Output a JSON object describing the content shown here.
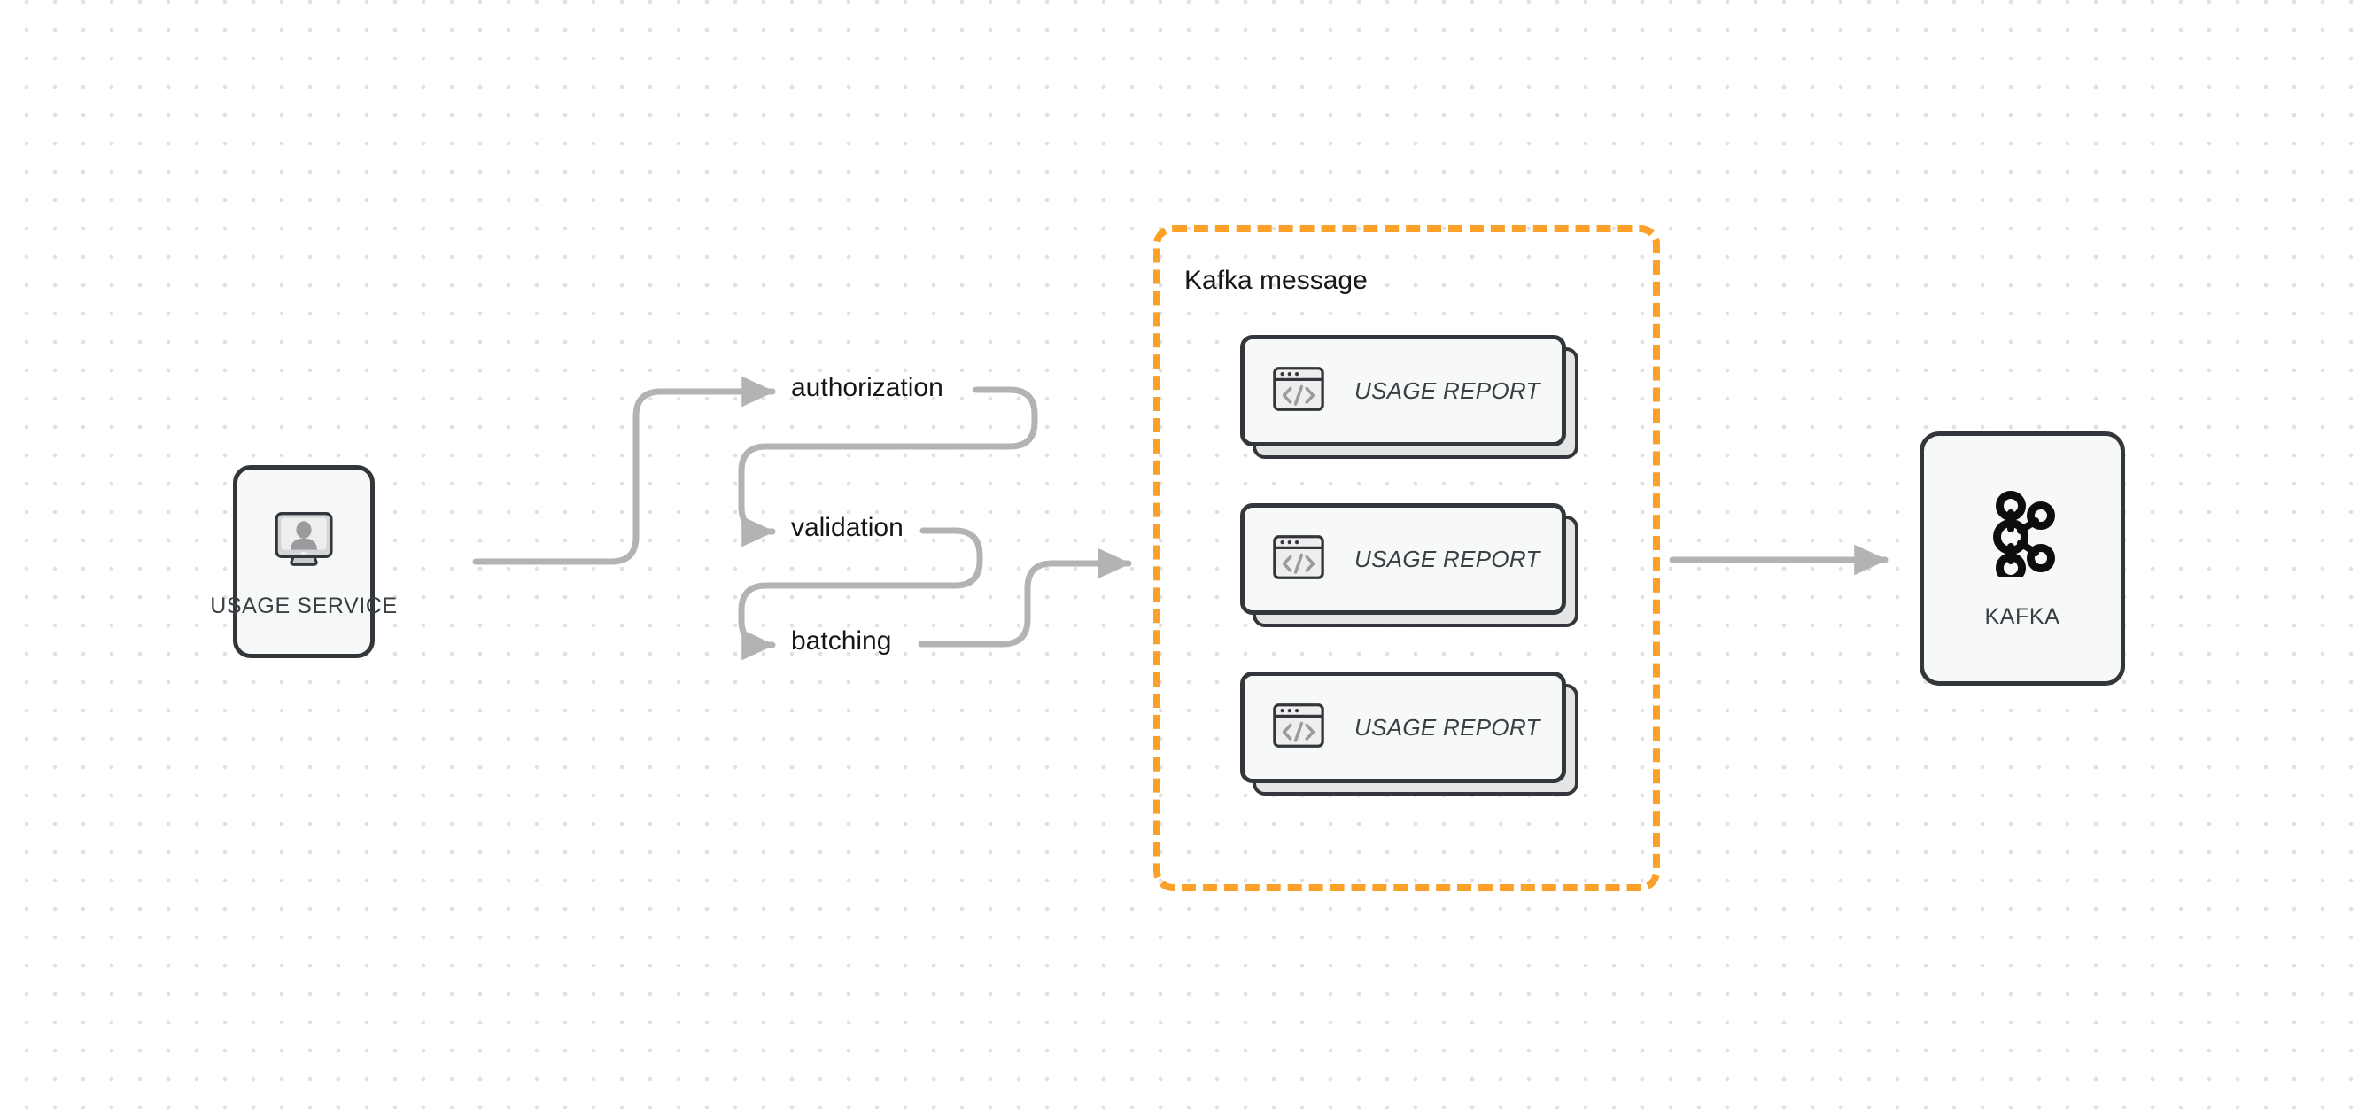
{
  "diagram": {
    "title": "Usage Service to Kafka message pipeline",
    "background": {
      "color": "#ffffff",
      "dot_color": "#e1e1e1",
      "dot_spacing": 32
    },
    "colors": {
      "node_border": "#33373b",
      "node_fill": "#f7f8f8",
      "connector": "#b3b3b3",
      "accent_dashed": "#fba028",
      "label_text": "#14161a",
      "node_label_text": "#3a3f44"
    }
  },
  "nodes": {
    "usage_service": {
      "label": "USAGE SERVICE",
      "icon": "monitor-user-icon"
    },
    "kafka": {
      "label": "KAFKA",
      "icon": "kafka-logo-icon"
    }
  },
  "steps": [
    {
      "label": "authorization"
    },
    {
      "label": "validation"
    },
    {
      "label": "batching"
    }
  ],
  "kafka_message": {
    "title": "Kafka message",
    "border_style": "dashed",
    "border_color": "#fba028",
    "cards": [
      {
        "label": "USAGE REPORT",
        "icon": "code-window-icon"
      },
      {
        "label": "USAGE REPORT",
        "icon": "code-window-icon"
      },
      {
        "label": "USAGE REPORT",
        "icon": "code-window-icon"
      }
    ]
  },
  "connectors": [
    {
      "from": "usage_service",
      "to": "authorization",
      "style": "orthogonal-rounded",
      "arrow": true
    },
    {
      "from": "authorization",
      "to": "validation",
      "style": "serpentine",
      "arrow": true
    },
    {
      "from": "validation",
      "to": "batching",
      "style": "serpentine",
      "arrow": true
    },
    {
      "from": "batching",
      "to": "kafka_message",
      "style": "s-curve",
      "arrow": true
    },
    {
      "from": "kafka_message",
      "to": "kafka",
      "style": "straight",
      "arrow": true
    }
  ]
}
